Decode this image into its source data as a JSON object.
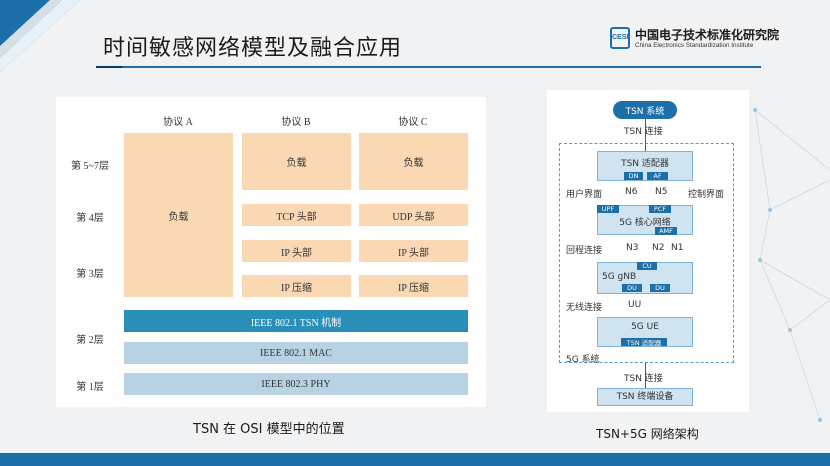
{
  "header": {
    "title": "时间敏感网络模型及融合应用",
    "logo_mark": "CESI",
    "logo_name": "中国电子技术标准化研究院",
    "logo_en": "China Electronics Standardization Institute"
  },
  "osi": {
    "columns": [
      "协议 A",
      "协议 B",
      "协议 C"
    ],
    "rows": [
      "第 5~7层",
      "第 4层",
      "第 3层",
      "第 2层",
      "第 1层"
    ],
    "col_a": "负载",
    "col_b": [
      "负载",
      "TCP 头部",
      "IP 头部",
      "IP 压缩"
    ],
    "col_c": [
      "负载",
      "UDP 头部",
      "IP 头部",
      "IP 压缩"
    ],
    "bars": [
      "IEEE 802.1 TSN 机制",
      "IEEE 802.1 MAC",
      "IEEE 802.3 PHY"
    ],
    "caption": "TSN 在 OSI 模型中的位置"
  },
  "arch": {
    "system": "TSN 系统",
    "tsn_link_top": "TSN 连接",
    "adapter": "TSN 适配器",
    "adapter_tags": [
      "DN",
      "AF"
    ],
    "user_plane": "用户界面",
    "control_plane": "控制界面",
    "n6": "N6",
    "n5": "N5",
    "core": "5G 核心网络",
    "core_tags": [
      "UPF",
      "PCF",
      "AMF"
    ],
    "backhaul": "回程连接",
    "n3": "N3",
    "n2": "N2",
    "n1": "N1",
    "gnb": "5G gNB",
    "gnb_tags": [
      "CU",
      "DU",
      "DU"
    ],
    "wireless": "无线连接",
    "uu": "UU",
    "ue": "5G UE",
    "ue_tag": "TSN 适配器",
    "system_5g": "5G 系统",
    "tsn_link_bottom": "TSN 连接",
    "endpoint": "TSN 终端设备",
    "caption": "TSN+5G 网络架构"
  },
  "colors": {
    "accent": "#1c6fa8",
    "orange": "#fad8b3",
    "tsn_bar": "#2a8fb8",
    "light_bar": "#b6d2e3"
  }
}
